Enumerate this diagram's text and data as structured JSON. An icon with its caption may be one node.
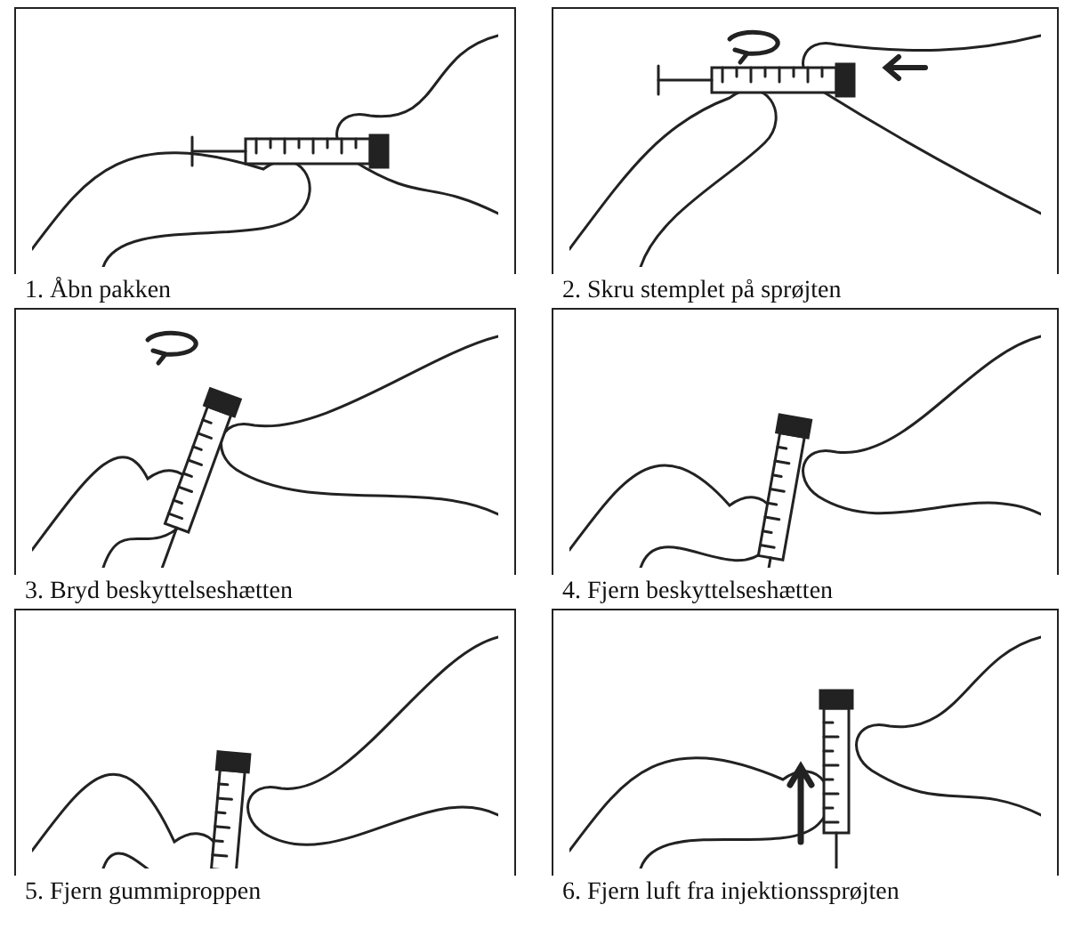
{
  "diagram": {
    "nodes": [
      {
        "text": [
          "1. Åbn pakken"
        ]
      },
      {
        "text": [
          "2. Skru stemplet på sprøjten"
        ]
      },
      {
        "text": [
          "3. Bryd beskyttelseshætten"
        ]
      },
      {
        "text": [
          "4. Fjern beskyttelseshætten"
        ]
      },
      {
        "text": [
          "5. Fjern gummiproppen"
        ]
      },
      {
        "text": [
          "6. Fjern luft fra injektionssprøjten"
        ]
      }
    ]
  }
}
